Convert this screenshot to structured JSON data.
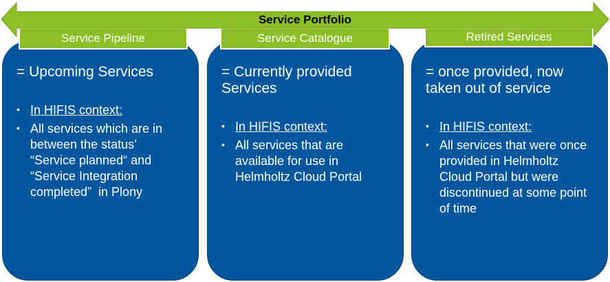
{
  "banner": {
    "title": "Service Portfolio"
  },
  "colors": {
    "banner_green": "#8cbf26",
    "column_blue": "#00579e",
    "text": "#ffffff"
  },
  "columns": [
    {
      "tab": "Service Pipeline",
      "heading": "= Upcoming Services",
      "context_label": "In HIFIS context:",
      "description": "All services which are in between the status’ “Service planned“ and “Service Integration completed”  in Plony"
    },
    {
      "tab": "Service Catalogue",
      "heading": "= Currently provided Services",
      "context_label": "In HIFIS context:",
      "description": "All services that are available for use in Helmholtz Cloud Portal"
    },
    {
      "tab": "Retired Services",
      "heading": "= once provided, now taken out of service",
      "context_label": "In HIFIS context:",
      "description": "All services that were once provided in Helmholtz Cloud Portal but were discontinued at some point of time"
    }
  ]
}
